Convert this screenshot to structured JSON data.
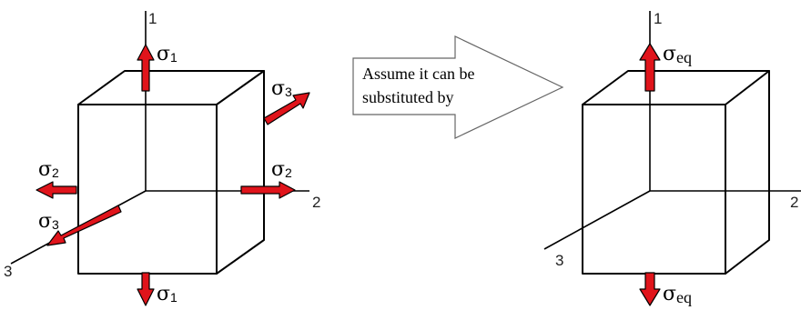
{
  "left_element": {
    "axis_labels": {
      "axis1": "1",
      "axis2": "2",
      "axis3": "3"
    },
    "stress_labels": {
      "sigma1_top": {
        "symbol": "σ",
        "subscript": "1"
      },
      "sigma1_bottom": {
        "symbol": "σ",
        "subscript": "1"
      },
      "sigma2_left": {
        "symbol": "σ",
        "subscript": "2"
      },
      "sigma2_right": {
        "symbol": "σ",
        "subscript": "2"
      },
      "sigma3_back": {
        "symbol": "σ",
        "subscript": "3"
      },
      "sigma3_front": {
        "symbol": "σ",
        "subscript": "3"
      }
    }
  },
  "callout": {
    "line1": "Assume it can be",
    "line2": "substituted by"
  },
  "right_element": {
    "axis_labels": {
      "axis1": "1",
      "axis2": "2",
      "axis3": "3"
    },
    "stress_labels": {
      "sigma_eq_top": {
        "symbol": "σ",
        "subscript": "eq"
      },
      "sigma_eq_bottom": {
        "symbol": "σ",
        "subscript": "eq"
      }
    }
  },
  "colors": {
    "arrow": "#e0141b",
    "outline": "#000000",
    "background": "#ffffff"
  }
}
